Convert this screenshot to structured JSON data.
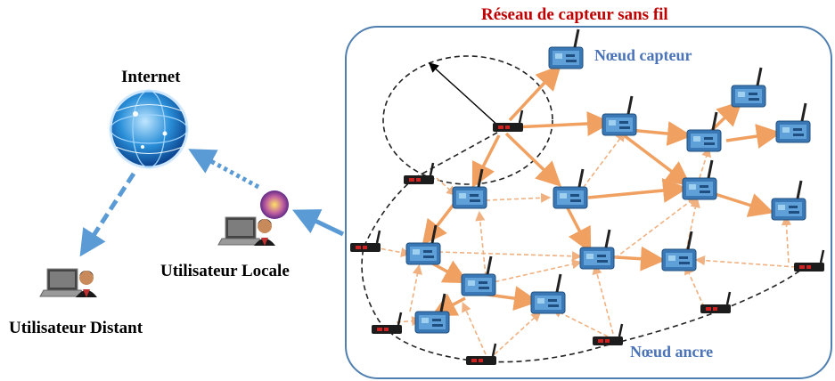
{
  "labels": {
    "title": "Réseau de capteur sans fil",
    "internet": "Internet",
    "utilisateur_locale": "Utilisateur  Locale",
    "utilisateur_distant": "Utilisateur  Distant",
    "noeud_capteur": "Nœud capteur",
    "noeud_ancre": "Nœud ancre"
  },
  "colors": {
    "title": "#c00000",
    "legend_text": "#4a73b8",
    "network_border": "#4f7fb0",
    "solid_link": "#f0a060",
    "dashed_link": "#f0b080",
    "user_link": "#5b9bd5"
  }
}
